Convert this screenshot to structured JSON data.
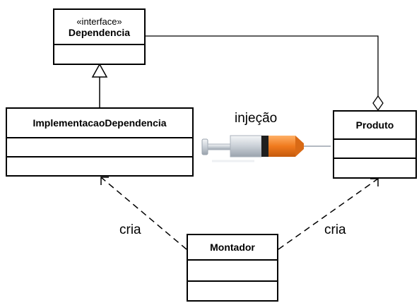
{
  "diagram": {
    "classes": {
      "dependencia": {
        "stereotype": "«interface»",
        "name": "Dependencia"
      },
      "implementacao": {
        "name": "ImplementacaoDependencia"
      },
      "produto": {
        "name": "Produto"
      },
      "montador": {
        "name": "Montador"
      }
    },
    "labels": {
      "injecao": "injeção",
      "cria_left": "cria",
      "cria_right": "cria"
    }
  },
  "colors": {
    "syringe_liquid": "#f07a1e",
    "syringe_barrel": "#d8dde4",
    "syringe_tip": "#222222"
  }
}
